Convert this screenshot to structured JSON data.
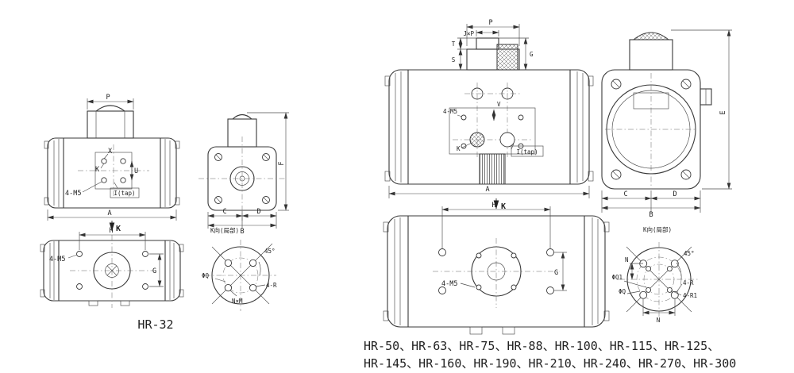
{
  "drawing": {
    "title_left": "HR-32",
    "models_line1": "HR-50、HR-63、HR-75、HR-88、HR-100、HR-115、HR-125、",
    "models_line2": "HR-145、HR-160、HR-190、HR-210、HR-240、HR-270、HR-300"
  },
  "dims": {
    "A": "A",
    "B": "B",
    "C": "C",
    "D": "D",
    "E": "E",
    "F": "F",
    "G": "G",
    "H": "H",
    "K": "K",
    "N": "N",
    "P": "P",
    "S": "S",
    "T": "T",
    "U": "U",
    "V": "V",
    "X": "X",
    "JxP": "J×P",
    "m5": "4-M5",
    "Itap": "I(tap)",
    "kview": "K向(局部)",
    "deg45": "45°",
    "phiQ": "ΦQ",
    "phiQ1": "ΦQ1",
    "NxM": "N×M",
    "R4": "4-R",
    "R41": "4-R1"
  }
}
